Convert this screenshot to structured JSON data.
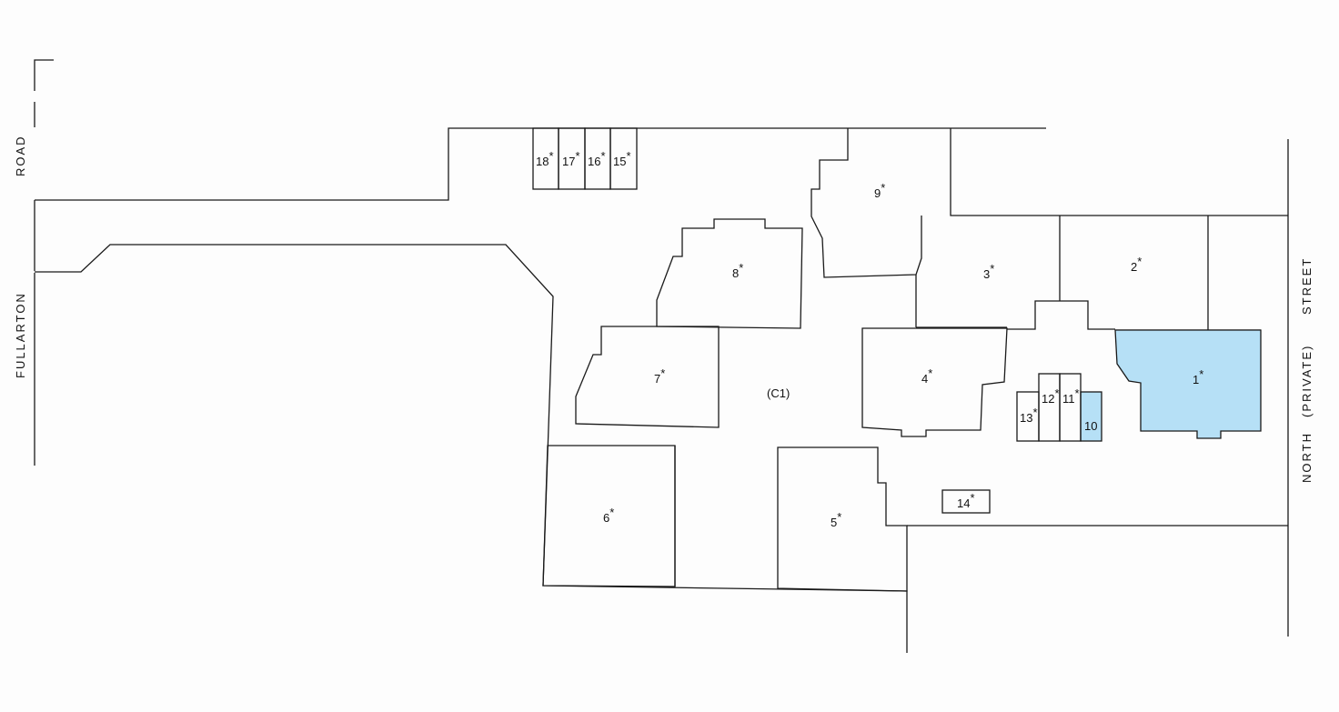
{
  "streets": {
    "west_top": "ROAD",
    "west_bottom": "FULLARTON",
    "east_top": "STREET",
    "east_middle": "(PRIVATE)",
    "east_bottom": "NORTH"
  },
  "common_property": "(C1)",
  "highlight_color": "#b6e0f6",
  "lots": [
    {
      "id": "1",
      "label": "1",
      "mark": "*",
      "highlighted": true
    },
    {
      "id": "2",
      "label": "2",
      "mark": "*",
      "highlighted": false
    },
    {
      "id": "3",
      "label": "3",
      "mark": "*",
      "highlighted": false
    },
    {
      "id": "4",
      "label": "4",
      "mark": "*",
      "highlighted": false
    },
    {
      "id": "5",
      "label": "5",
      "mark": "*",
      "highlighted": false
    },
    {
      "id": "6",
      "label": "6",
      "mark": "*",
      "highlighted": false
    },
    {
      "id": "7",
      "label": "7",
      "mark": "*",
      "highlighted": false
    },
    {
      "id": "8",
      "label": "8",
      "mark": "*",
      "highlighted": false
    },
    {
      "id": "9",
      "label": "9",
      "mark": "*",
      "highlighted": false
    },
    {
      "id": "10",
      "label": "10",
      "mark": "",
      "highlighted": true
    },
    {
      "id": "11",
      "label": "11",
      "mark": "*",
      "highlighted": false
    },
    {
      "id": "12",
      "label": "12",
      "mark": "*",
      "highlighted": false
    },
    {
      "id": "13",
      "label": "13",
      "mark": "*",
      "highlighted": false
    },
    {
      "id": "14",
      "label": "14",
      "mark": "*",
      "highlighted": false
    },
    {
      "id": "15",
      "label": "15",
      "mark": "*",
      "highlighted": false
    },
    {
      "id": "16",
      "label": "16",
      "mark": "*",
      "highlighted": false
    },
    {
      "id": "17",
      "label": "17",
      "mark": "*",
      "highlighted": false
    },
    {
      "id": "18",
      "label": "18",
      "mark": "*",
      "highlighted": false
    }
  ]
}
